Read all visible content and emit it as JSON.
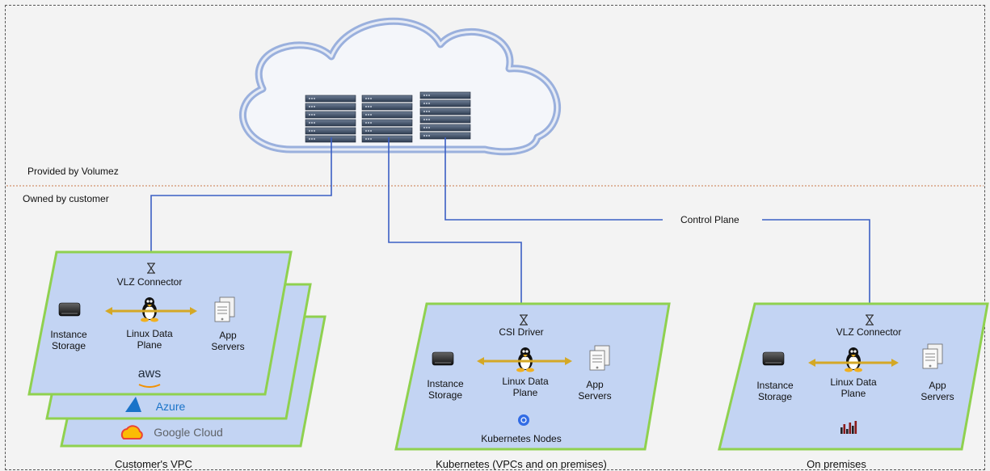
{
  "regions": {
    "provider_label": "Provided by Volumez",
    "customer_label": "Owned by customer"
  },
  "control_plane_label": "Control Plane",
  "panels": {
    "vpc": {
      "connector": "VLZ Connector",
      "storage": [
        "Instance",
        "Storage"
      ],
      "plane": [
        "Linux Data",
        "Plane"
      ],
      "servers": [
        "App",
        "Servers"
      ],
      "clouds": [
        "aws",
        "Azure",
        "Google Cloud"
      ],
      "caption": "Customer's VPC"
    },
    "kubernetes": {
      "connector": "CSI Driver",
      "storage": [
        "Instance",
        "Storage"
      ],
      "plane": [
        "Linux Data",
        "Plane"
      ],
      "servers": [
        "App",
        "Servers"
      ],
      "footer": "Kubernetes Nodes",
      "caption": "Kubernetes (VPCs and on premises)"
    },
    "onprem": {
      "connector": "VLZ Connector",
      "storage": [
        "Instance",
        "Storage"
      ],
      "plane": [
        "Linux Data",
        "Plane"
      ],
      "servers": [
        "App",
        "Servers"
      ],
      "caption": "On premises"
    }
  },
  "colors": {
    "panel_fill": "#c3d4f3",
    "panel_border": "#8fd14f",
    "connector_line": "#3b5fc4",
    "divider": "#c87a4a",
    "arrow": "#d4a826",
    "cloud_outline": "#9ab0dd"
  }
}
